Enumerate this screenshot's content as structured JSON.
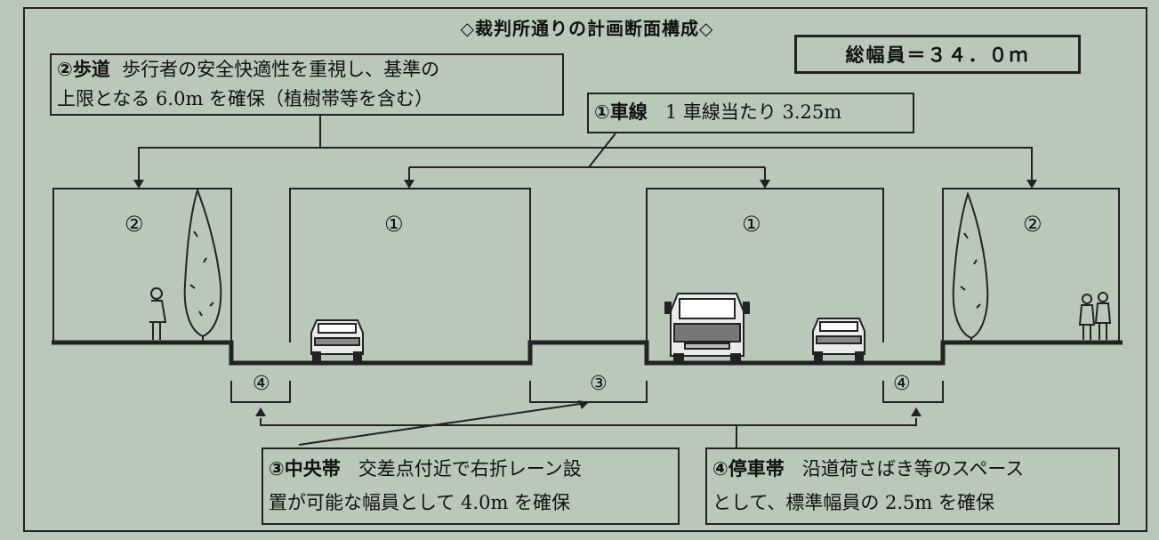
{
  "title": "◇裁判所通りの計画断面構成◇",
  "total_width": "総幅員＝３４．０ｍ",
  "callouts": {
    "sidewalk": {
      "heading": "②歩道",
      "line1": "歩行者の安全快適性を重視し、基準の",
      "line2": "上限となる 6.0m を確保（植樹帯等を含む）"
    },
    "lane": {
      "heading": "①車線",
      "line1": "1 車線当たり 3.25m"
    },
    "median": {
      "heading": "③中央帯",
      "line1": "交差点付近で右折レーン設",
      "line2": "置が可能な幅員として 4.0m を確保"
    },
    "parking": {
      "heading": "④停車帯",
      "line1": "沿道荷さばき等のスペース",
      "line2": "として、標準幅員の 2.5m を確保"
    }
  },
  "section_labels": {
    "sidewalk_left": "②",
    "lane_left": "①",
    "lane_right": "①",
    "sidewalk_right": "②",
    "parking_left": "④",
    "median": "③",
    "parking_right": "④"
  },
  "colors": {
    "background": "#b9c8b9",
    "ink": "#222222"
  }
}
